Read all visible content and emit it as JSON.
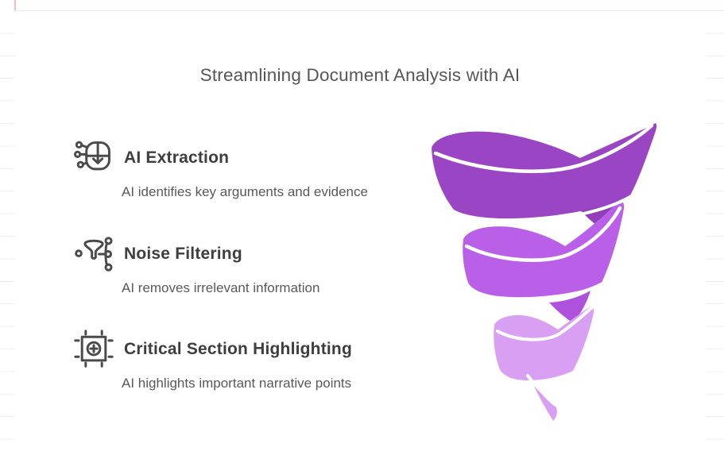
{
  "canvas": {
    "title": "Streamlining Document Analysis with AI"
  },
  "items": [
    {
      "icon": "ai-head-circuit-icon",
      "heading": "AI Extraction",
      "description": "AI identifies key arguments and evidence"
    },
    {
      "icon": "noise-filter-funnel-icon",
      "heading": "Noise Filtering",
      "description": "AI removes irrelevant information"
    },
    {
      "icon": "critical-section-frame-icon",
      "heading": "Critical Section Highlighting",
      "description": "AI highlights important narrative points"
    }
  ],
  "funnel_graphic": {
    "type": "spiral-funnel",
    "direction": "wide-top-to-narrow-bottom-tip",
    "levels": [
      {
        "position": "top",
        "color": "#9a45c3"
      },
      {
        "position": "middle",
        "color": "#ba60e8"
      },
      {
        "position": "bottom",
        "color": "#d89ff2"
      }
    ],
    "back_wrap_colors": {
      "upper": "#9140b8",
      "lower": "#ae52dd"
    }
  },
  "colors": {
    "title_text": "#565656",
    "heading_text": "#3e3e3e",
    "description_text": "#595959",
    "icon_stroke": "#4a4a4a",
    "canvas_edge_pink": "#f3bcbc",
    "ruled_line": "#f2ecec"
  }
}
